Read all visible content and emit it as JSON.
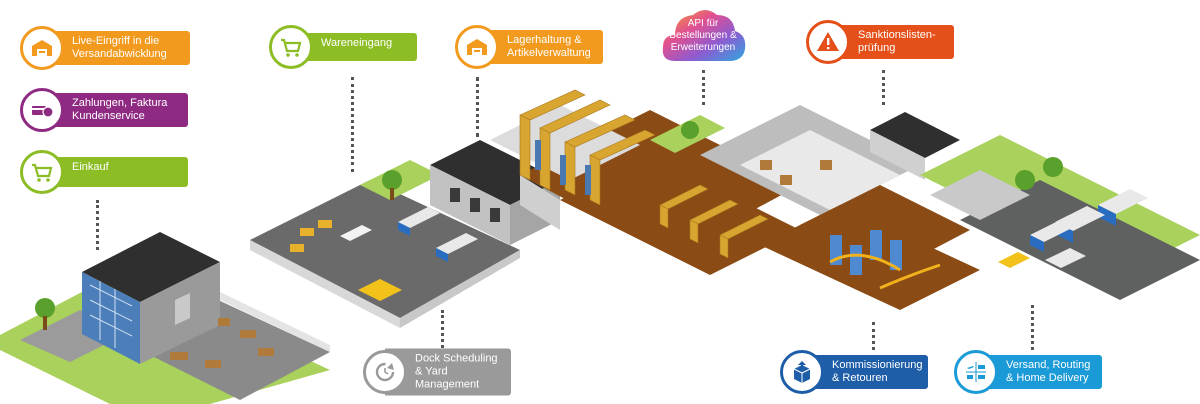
{
  "callouts": {
    "live": "Live-Eingriff in die Versandabwicklung",
    "zahlungen": "Zahlungen, Faktura Kundenservice",
    "einkauf": "Einkauf",
    "wareneingang": "Wareneingang",
    "lagerhaltung": "Lagerhaltung & Artikelverwaltung",
    "api": "API für Bestellungen & Erweiterungen",
    "sanktion": "Sanktionslisten-prüfung",
    "dock": "Dock Scheduling & Yard Management",
    "kommissionierung": "Kommissionierung & Retouren",
    "versand": "Versand, Routing & Home Delivery"
  },
  "colors": {
    "orange": "#f29a1e",
    "purple": "#8e2a82",
    "green": "#8cbd25",
    "red": "#e5501a",
    "gray": "#9a9a9a",
    "blue": "#1e5ea8",
    "lightblue": "#1a9ad6",
    "floor_brown": "#8a4b14",
    "floor_gray": "#5f6060",
    "grass": "#a9d15b"
  },
  "icons": {
    "live": "warehouse-icon",
    "zahlungen": "payment-icon",
    "einkauf": "cart-icon",
    "wareneingang": "cart-icon",
    "lagerhaltung": "warehouse-icon",
    "sanktion": "warning-icon",
    "dock": "cycle-icon",
    "kommissionierung": "package-icon",
    "versand": "transport-icon"
  }
}
